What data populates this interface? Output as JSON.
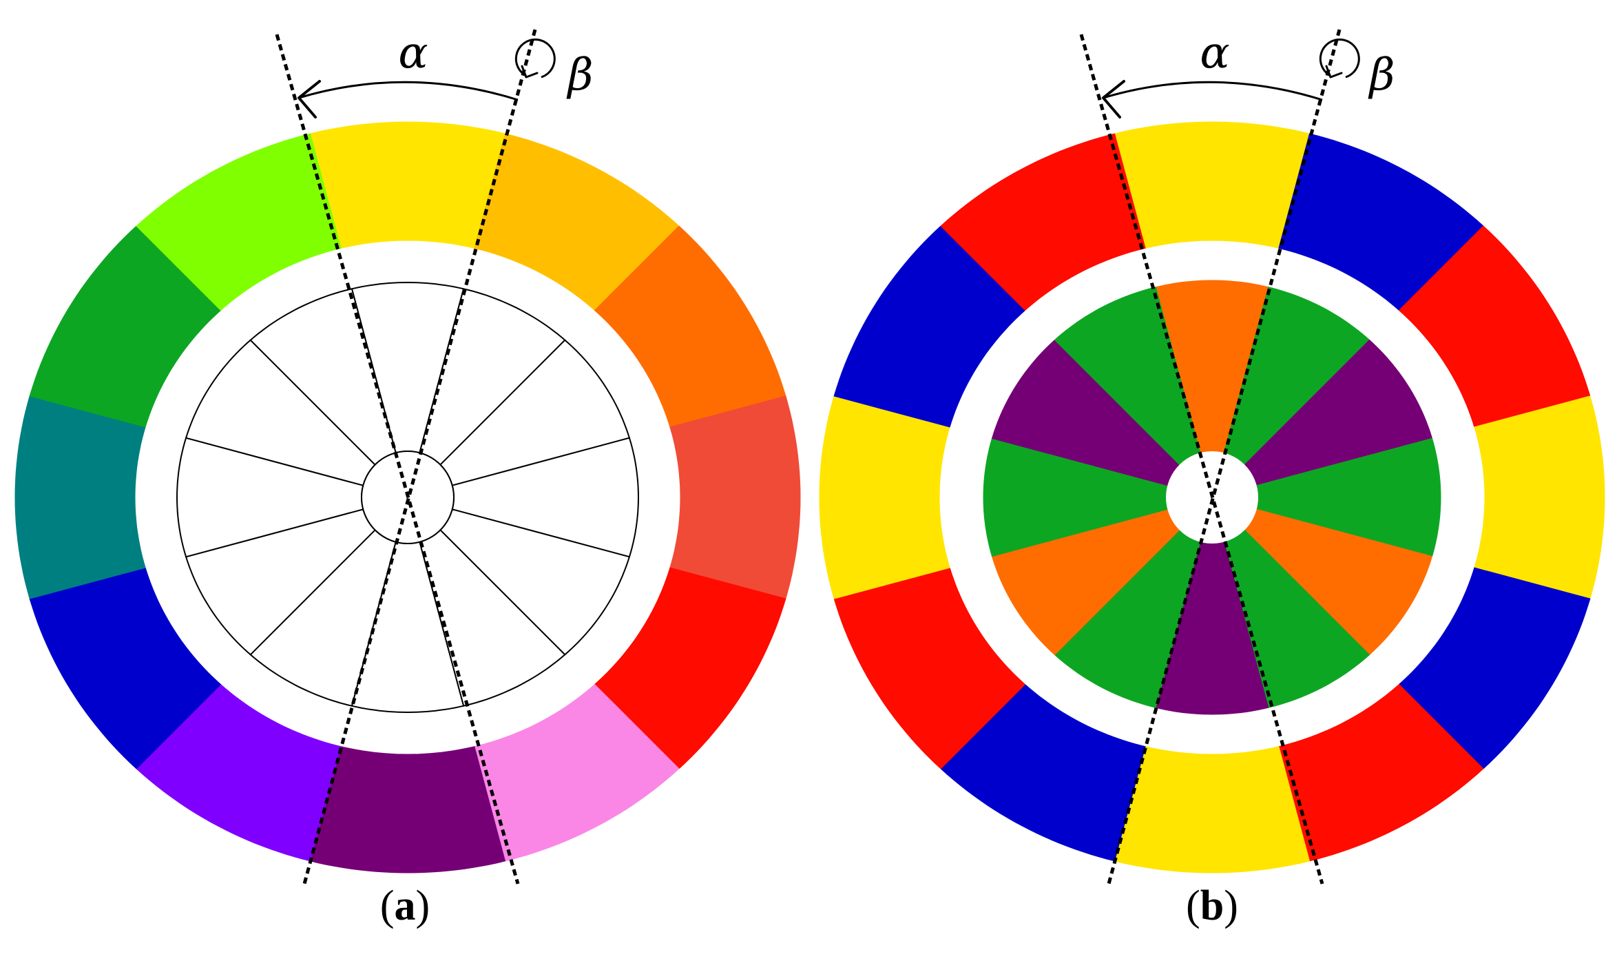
{
  "panels": [
    {
      "id": "a",
      "caption": {
        "open": "(",
        "letter": "a",
        "close": ")"
      },
      "labels": {
        "alpha": "α",
        "beta": "β"
      },
      "outer_ring_colors": [
        "#FFE500",
        "#FFBF00",
        "#FF6D00",
        "#F04B37",
        "#FF0B00",
        "#FA87E6",
        "#750075",
        "#8000FF",
        "#0000CC",
        "#007F80",
        "#0DA623",
        "#80FF00"
      ],
      "inner_wheel": {
        "sectors": 12,
        "fill": "#FFFFFF",
        "stroke": "#000000"
      }
    },
    {
      "id": "b",
      "caption": {
        "open": "(",
        "letter": "b",
        "close": ")"
      },
      "labels": {
        "alpha": "α",
        "beta": "β"
      },
      "outer_ring_colors": [
        "#FFE500",
        "#0000CC",
        "#FF0B00",
        "#FFE500",
        "#0000CC",
        "#FF0B00",
        "#FFE500",
        "#0000CC",
        "#FF0B00",
        "#FFE500",
        "#0000CC",
        "#FF0B00"
      ],
      "inner_wheel": {
        "sectors": 12,
        "colors": [
          "#FF6D00",
          "#0DA623",
          "#750075",
          "#0DA623",
          "#FF6D00",
          "#0DA623",
          "#750075",
          "#0DA623",
          "#FF6D00",
          "#0DA623",
          "#750075",
          "#0DA623"
        ]
      }
    }
  ],
  "colors": {
    "background": "#FFFFFF",
    "line": "#000000"
  }
}
